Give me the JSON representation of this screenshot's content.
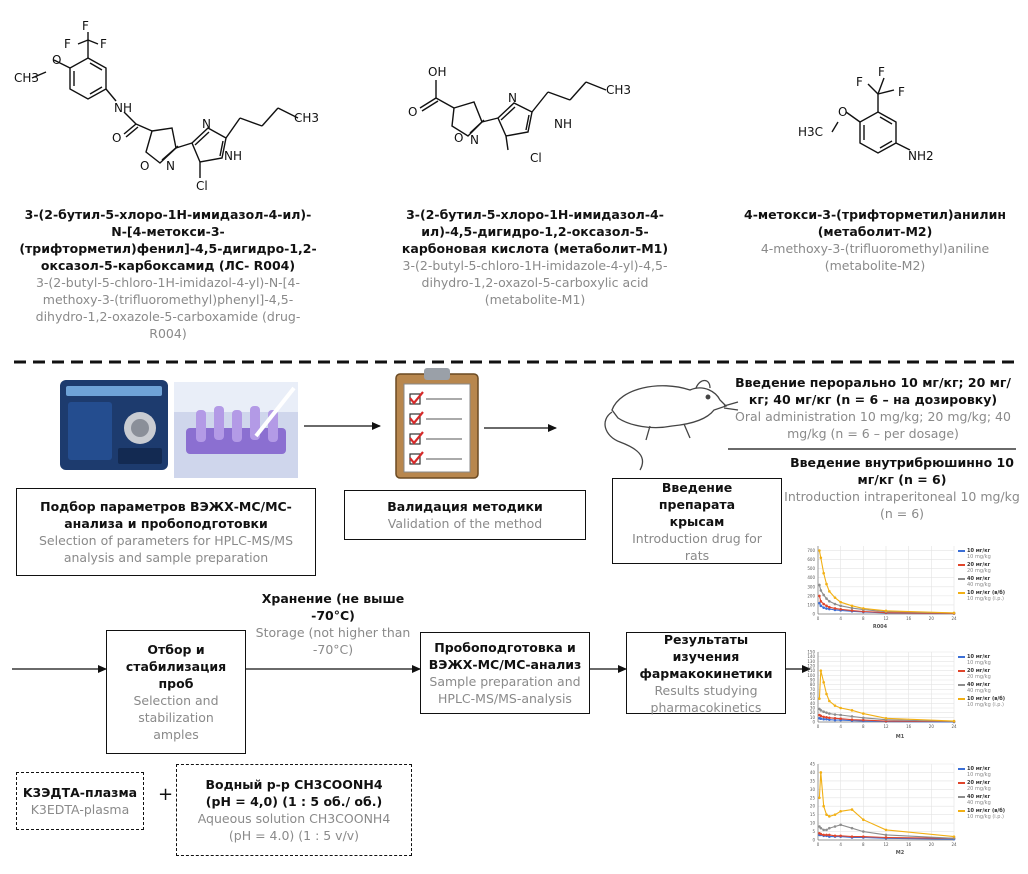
{
  "compounds": [
    {
      "ru": "3-(2-бутил-5-хлоро-1Н-имидазол-4-ил)-N-[4-метокси-3-(трифторметил)фенил]-4,5-дигидро-1,2-оксазол-5-карбоксамид (ЛС- R004)",
      "en": "3-(2-butyl-5-chloro-1H-imidazol-4-yl)-N-[4-methoxy-3-(trifluoromethyl)phenyl]-4,5-dihydro-1,2-oxazole-5-carboxamide (drug-R004)"
    },
    {
      "ru": "3-(2-бутил-5-хлоро-1Н-имидазол-4-ил)-4,5-дигидро-1,2-оксазол-5-карбоновая кислота (метаболит-М1)",
      "en": "3-(2-butyl-5-chloro-1H-imidazole-4-yl)-4,5-dihydro-1,2-oxazol-5-carboxylic acid (metabolite-M1)"
    },
    {
      "ru": "4-метокси-3-(трифторметил)анилин (метаболит-М2)",
      "en": "4-methoxy-3-(trifluoromethyl)aniline (metabolite-M2)"
    }
  ],
  "steps": {
    "select": {
      "ru": "Подбор параметров ВЭЖХ-МС/МС-анализа и пробоподготовки",
      "en": "Selection of parameters for HPLC-MS/MS analysis and sample preparation"
    },
    "validation": {
      "ru": "Валидация методики",
      "en": "Validation of the method"
    },
    "introduction": {
      "ru": "Введение препарата крысам",
      "en": "Introduction drug for rats"
    },
    "sampling": {
      "ru": "Отбор и стабилизация проб",
      "en": "Selection and stabilization amples"
    },
    "prep": {
      "ru": "Пробоподготовка и ВЭЖХ-МС/МС-анализ",
      "en": "Sample preparation and HPLC-MS/MS-analysis"
    },
    "results": {
      "ru": "Результаты изучения фармакокинетики",
      "en": "Results studying pharmacokinetics"
    }
  },
  "oral": {
    "ru": "Введение перорально 10 мг/кг; 20 мг/кг; 40 мг/кг (n = 6 – на дозировку)",
    "en": "Oral administration 10 mg/kg; 20 mg/kg; 40 mg/kg (n = 6 – per dosage)"
  },
  "ip": {
    "ru": "Введение внутрибрюшинно 10 мг/кг (n = 6)",
    "en": "Introduction intraperitoneal 10 mg/kg (n = 6)"
  },
  "storage": {
    "ru": "Хранение (не выше -70°C)",
    "en": "Storage (not higher than -70°C)"
  },
  "plasma": {
    "ru": "K3ЭДТА-плазма",
    "en": "K3EDTA-plasma"
  },
  "buffer": {
    "ru1": "Водный р-р CH3COONH4",
    "ru2": "(pH = 4,0) (1 : 5 об./ об.)",
    "en1": "Aqueous solution CH3COONH4",
    "en2": "(pH = 4.0) (1 : 5 v/v)"
  },
  "plus": "+",
  "atoms": {
    "cf3_f": "F",
    "och3": "O",
    "ch3_left": "CH3",
    "nh_amide": "NH",
    "o_amide": "O",
    "o_ring": "O",
    "n_ring": "N",
    "n_imid": "N",
    "nh_imid": "NH",
    "cl": "Cl",
    "ch3_butyl": "CH3",
    "oh": "OH",
    "h3c": "H3C",
    "nh2": "NH2"
  },
  "legend": [
    {
      "ru": "10 мг/кг",
      "en": "10 mg/kg",
      "color": "#3b6fd6"
    },
    {
      "ru": "20 мг/кг",
      "en": "20 mg/kg",
      "color": "#e0452b"
    },
    {
      "ru": "40 мг/кг",
      "en": "40 mg/kg",
      "color": "#8d8d8d"
    },
    {
      "ru": "10 мг/кг (в/б)",
      "en": "10 mg/kg (i.p.)",
      "color": "#f2b015"
    }
  ],
  "chart_data": [
    {
      "type": "line",
      "title": "R004",
      "x": [
        0.25,
        0.5,
        1,
        1.5,
        2,
        3,
        4,
        6,
        8,
        12,
        24
      ],
      "xticks": [
        0,
        4,
        8,
        12,
        16,
        20,
        24
      ],
      "yticks": [
        0,
        100,
        200,
        300,
        400,
        500,
        600,
        700
      ],
      "xlim": [
        0,
        24
      ],
      "ylim": [
        0,
        750
      ],
      "series": [
        {
          "values": [
            120,
            90,
            70,
            60,
            55,
            45,
            40,
            30,
            22,
            12,
            5
          ]
        },
        {
          "values": [
            200,
            140,
            110,
            90,
            75,
            62,
            52,
            38,
            28,
            15,
            6
          ]
        },
        {
          "values": [
            320,
            260,
            210,
            170,
            140,
            110,
            90,
            65,
            48,
            25,
            10
          ]
        },
        {
          "values": [
            700,
            620,
            450,
            330,
            250,
            180,
            130,
            90,
            62,
            35,
            12
          ]
        }
      ]
    },
    {
      "type": "line",
      "title": "M1",
      "x": [
        0.25,
        0.5,
        1,
        1.5,
        2,
        3,
        4,
        6,
        8,
        12,
        24
      ],
      "xticks": [
        0,
        4,
        8,
        12,
        16,
        20,
        24
      ],
      "yticks": [
        0,
        10,
        20,
        30,
        40,
        50,
        60,
        70,
        80,
        90,
        100,
        110,
        120,
        130,
        140,
        150
      ],
      "xlim": [
        0,
        24
      ],
      "ylim": [
        0,
        150
      ],
      "series": [
        {
          "values": [
            8,
            7,
            6,
            6,
            5,
            4,
            4,
            3,
            2,
            1,
            0
          ]
        },
        {
          "values": [
            15,
            13,
            11,
            10,
            9,
            8,
            7,
            5,
            4,
            2,
            1
          ]
        },
        {
          "values": [
            28,
            25,
            22,
            20,
            18,
            16,
            15,
            12,
            9,
            5,
            1
          ]
        },
        {
          "values": [
            50,
            110,
            85,
            60,
            45,
            35,
            30,
            25,
            18,
            8,
            2
          ]
        }
      ]
    },
    {
      "type": "line",
      "title": "M2",
      "x": [
        0.25,
        0.5,
        1,
        1.5,
        2,
        3,
        4,
        6,
        8,
        12,
        24
      ],
      "xticks": [
        0,
        4,
        8,
        12,
        16,
        20,
        24
      ],
      "yticks": [
        0,
        5,
        10,
        15,
        20,
        25,
        30,
        35,
        40,
        45
      ],
      "xlim": [
        0,
        24
      ],
      "ylim": [
        0,
        45
      ],
      "series": [
        {
          "values": [
            3,
            3,
            2.5,
            2.5,
            2,
            2,
            2,
            1.5,
            1.5,
            1,
            0.5
          ]
        },
        {
          "values": [
            4,
            3.5,
            3,
            3,
            3,
            2.5,
            2.5,
            2,
            2,
            1.5,
            1
          ]
        },
        {
          "values": [
            8,
            7,
            6,
            6,
            7,
            8,
            9,
            7,
            5,
            3,
            1
          ]
        },
        {
          "values": [
            25,
            40,
            20,
            15,
            14,
            15,
            17,
            18,
            12,
            6,
            2
          ]
        }
      ]
    }
  ]
}
